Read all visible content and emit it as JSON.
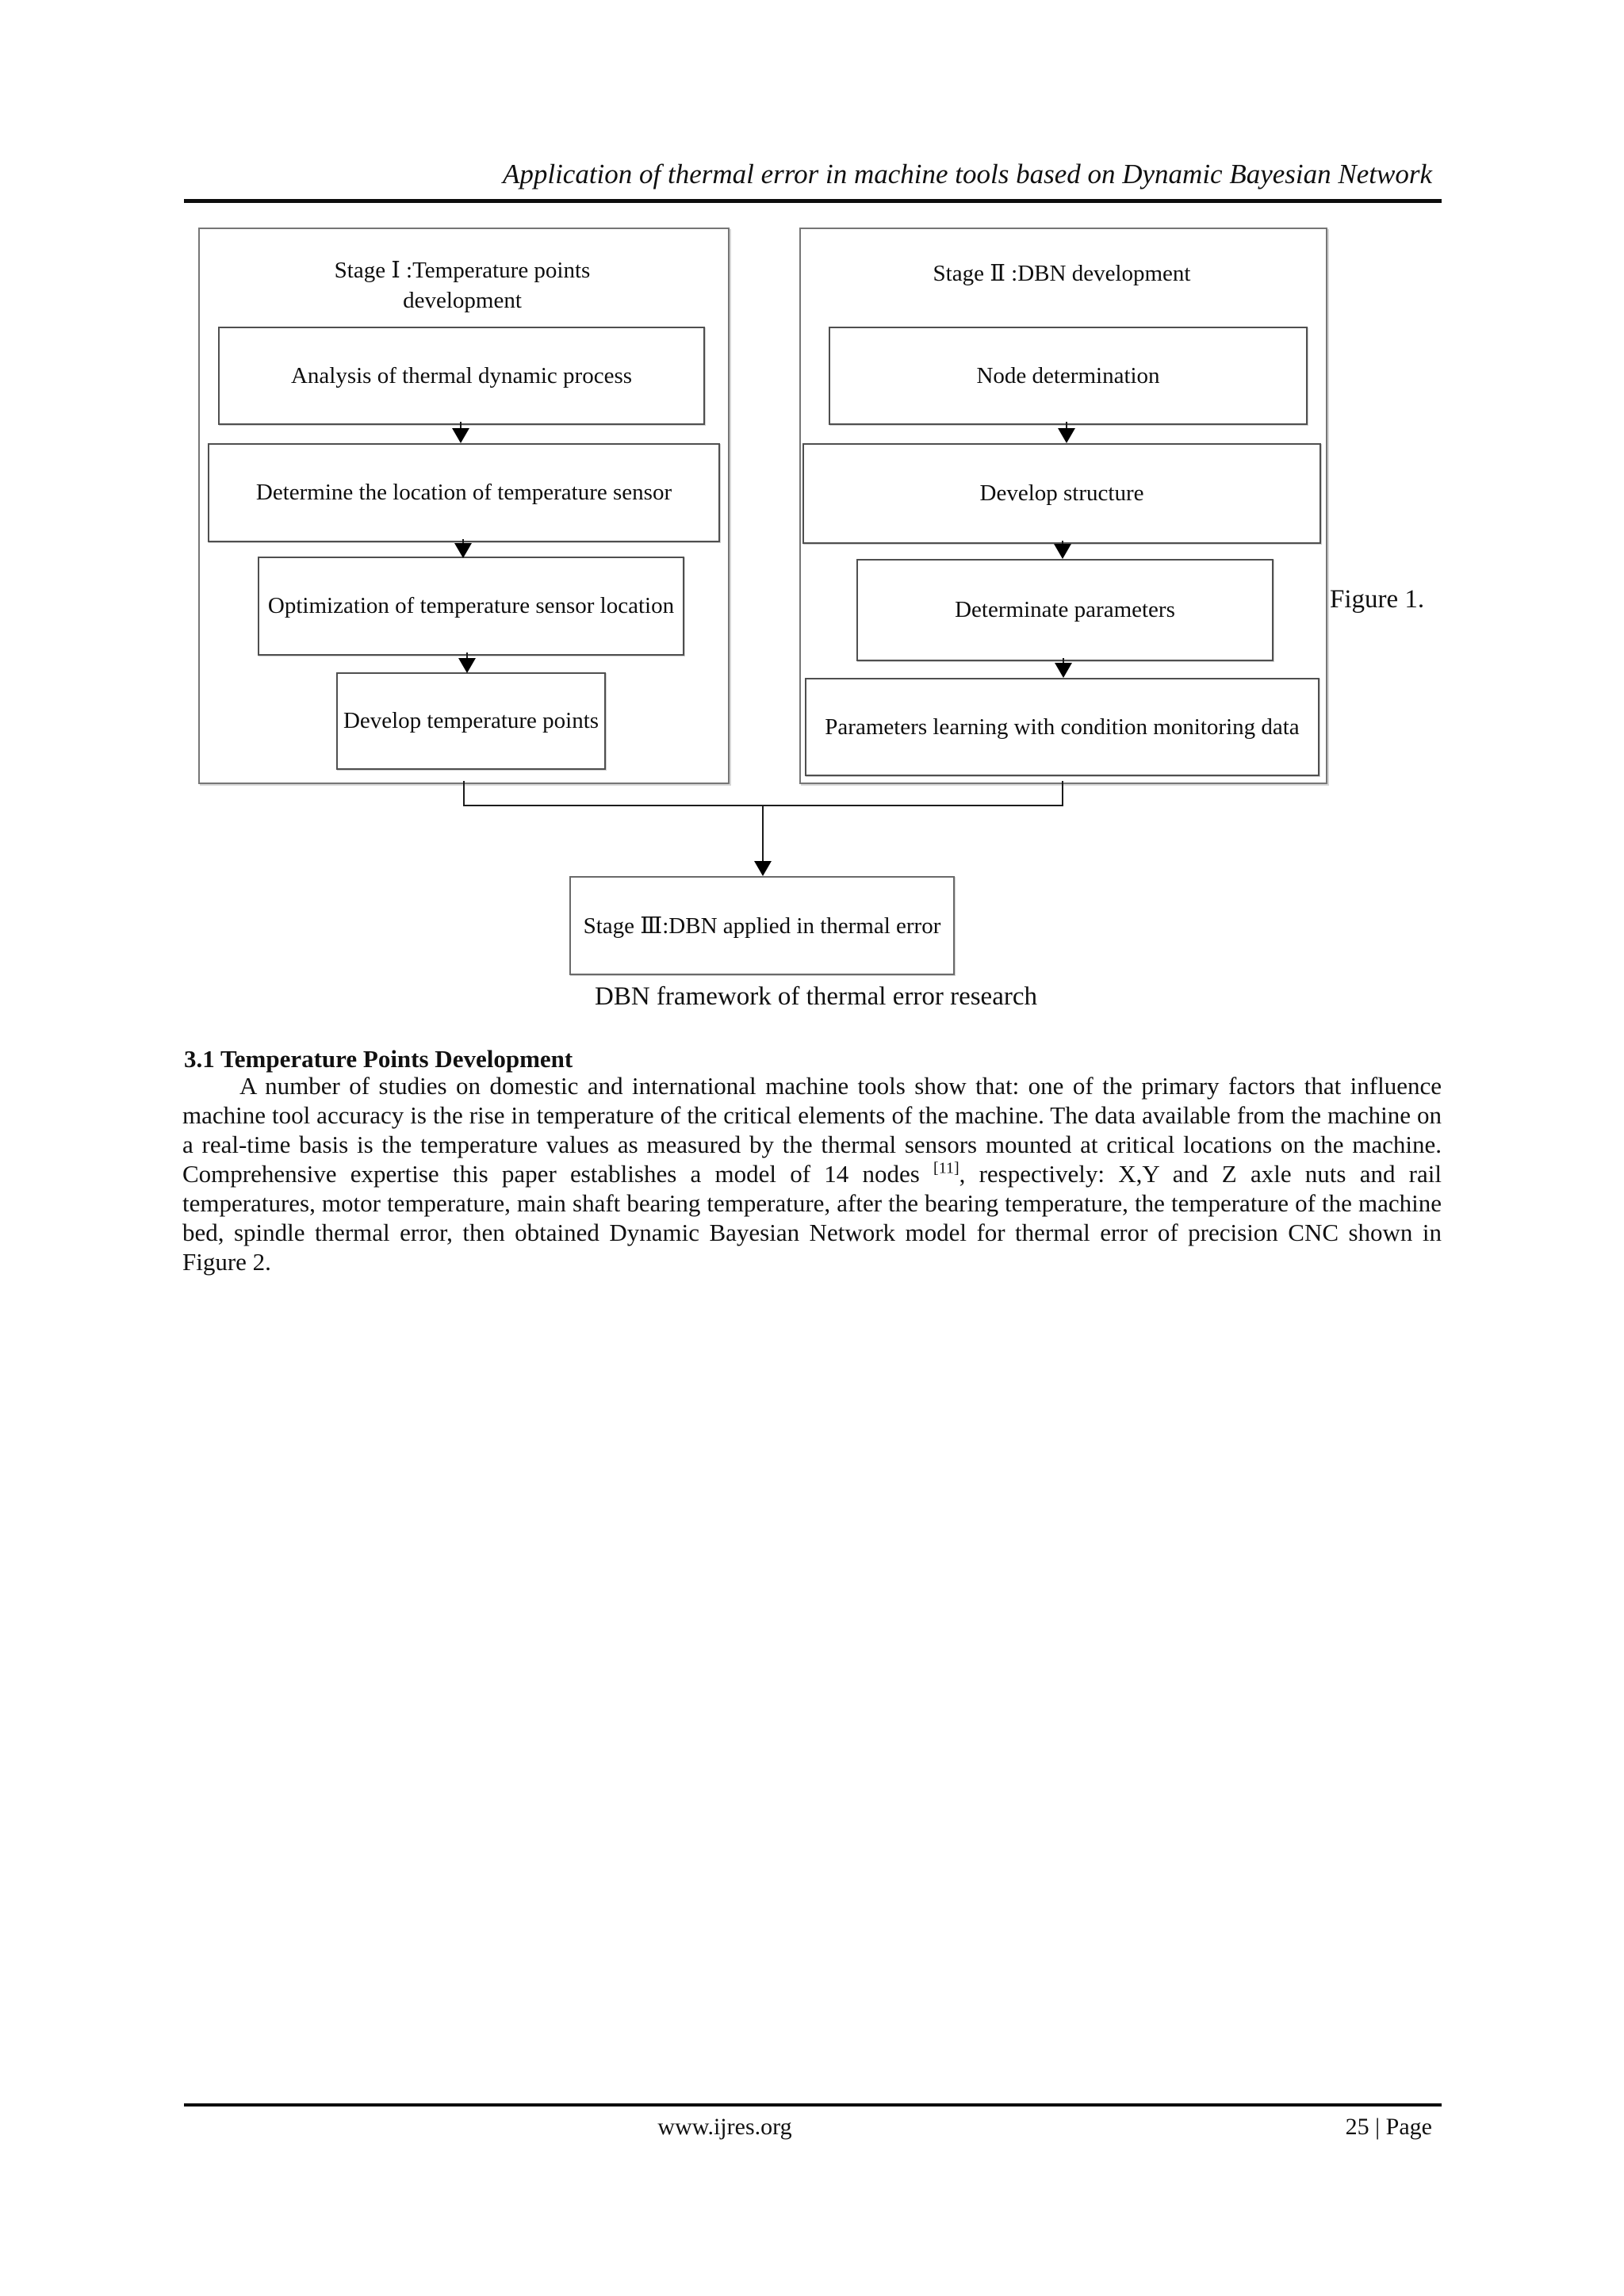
{
  "header": {
    "title": "Application of thermal error in machine tools based on Dynamic Bayesian Network"
  },
  "figure": {
    "label": "Figure 1.",
    "caption": "DBN framework of thermal error research",
    "stage1": {
      "title": "Stage Ⅰ :Temperature points development",
      "steps": [
        "Analysis of  thermal dynamic process",
        "Determine the location of temperature sensor",
        "Optimization of temperature sensor location",
        "Develop temperature points"
      ]
    },
    "stage2": {
      "title": "Stage Ⅱ :DBN development",
      "steps": [
        "Node determination",
        "Develop structure",
        "Determinate parameters",
        "Parameters learning with condition monitoring data"
      ]
    },
    "stage3": {
      "title": "Stage Ⅲ:DBN applied in thermal error"
    }
  },
  "section": {
    "heading": "3.1 Temperature Points Development",
    "para_before_ref": "A number of studies on domestic and international machine tools show that: one of the primary factors that influence machine tool accuracy is the rise in temperature of the critical elements of the machine. The data available from the machine on a real-time basis is the temperature values as measured by the thermal sensors mounted at critical locations on the machine. Comprehensive expertise this paper establishes a model of 14 nodes ",
    "para_ref": "[11]",
    "para_after_ref": ", respectively: X,Y and Z axle nuts and rail temperatures, motor temperature, main shaft bearing temperature, after the bearing temperature, the temperature of the machine bed, spindle thermal error, then obtained Dynamic Bayesian Network model for thermal error of precision CNC shown in Figure 2."
  },
  "footer": {
    "site": "www.ijres.org",
    "page": "25 | Page"
  }
}
